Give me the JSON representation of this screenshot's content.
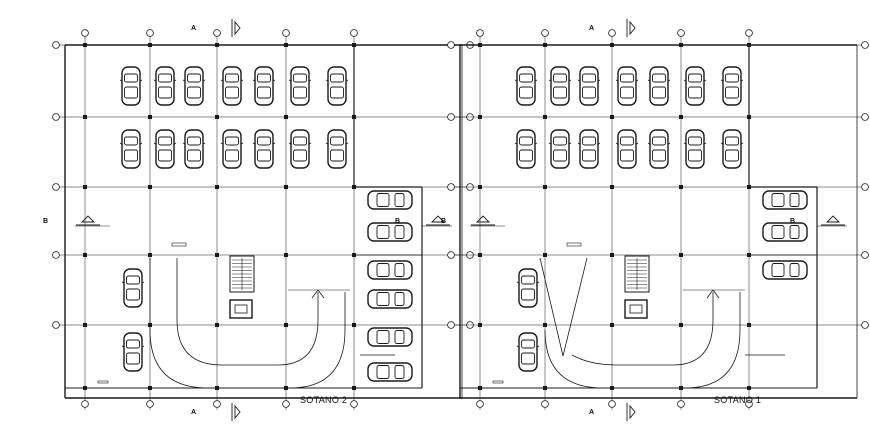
{
  "plans": [
    {
      "id": "left",
      "title": "SOTANO 2"
    },
    {
      "id": "right",
      "title": "SOTANO 1"
    }
  ],
  "section_marks": {
    "a": "A",
    "b": "B"
  },
  "colors": {
    "line": "#1a1a1a",
    "paper": "#ffffff"
  }
}
